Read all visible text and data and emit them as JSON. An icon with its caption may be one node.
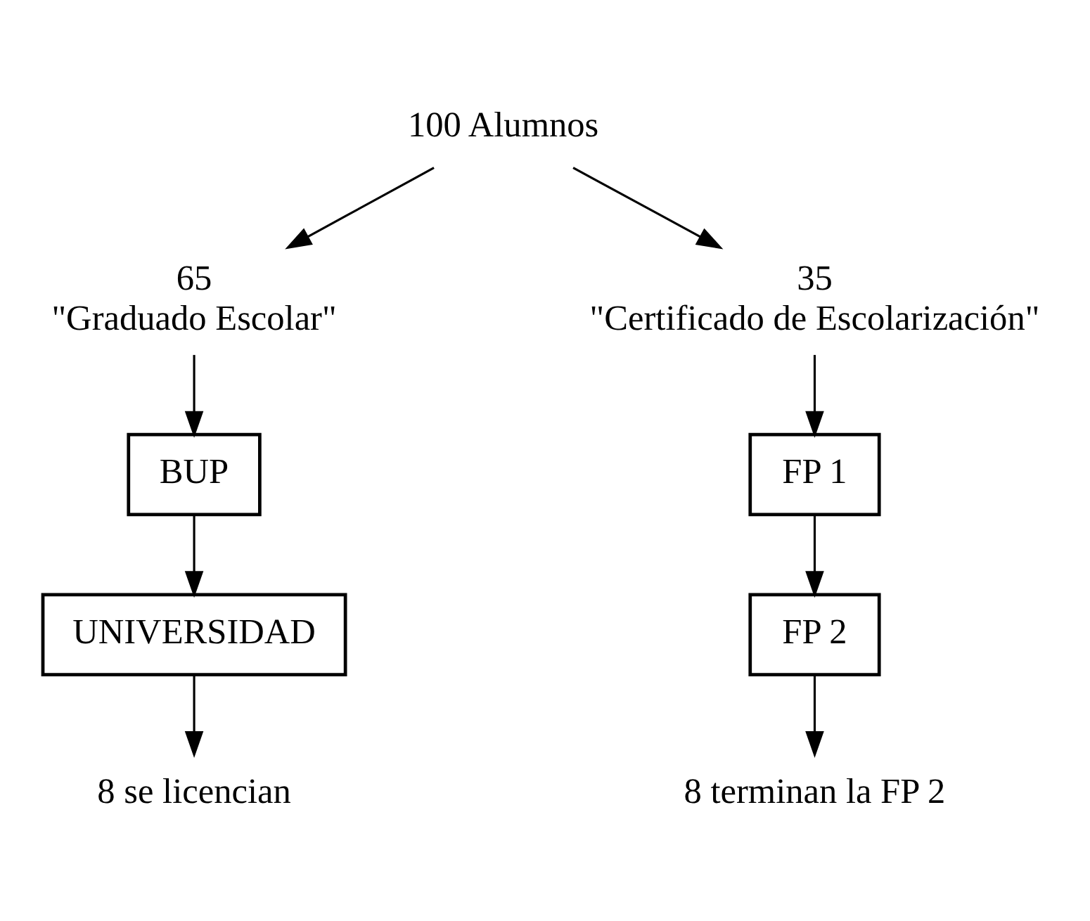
{
  "diagram": {
    "nodes": [
      {
        "text": [
          "100 Alumnos"
        ]
      },
      {
        "text": [
          "65",
          "\"Graduado Escolar\""
        ]
      },
      {
        "text": [
          "35",
          "\"Certificado de Escolarización\""
        ]
      },
      {
        "text": [
          "BUP"
        ]
      },
      {
        "text": [
          "UNIVERSIDAD"
        ]
      },
      {
        "text": [
          "8 se licencian"
        ]
      },
      {
        "text": [
          "FP 1"
        ]
      },
      {
        "text": [
          "FP 2"
        ]
      },
      {
        "text": [
          "8 terminan la FP 2"
        ]
      }
    ],
    "edges": [
      {
        "from": 0,
        "to": 1,
        "arrow": "to"
      },
      {
        "from": 0,
        "to": 2,
        "arrow": "to"
      },
      {
        "from": 1,
        "to": 3,
        "arrow": "to"
      },
      {
        "from": 3,
        "to": 4,
        "arrow": "to"
      },
      {
        "from": 4,
        "to": 5,
        "arrow": "to"
      },
      {
        "from": 2,
        "to": 6,
        "arrow": "to"
      },
      {
        "from": 6,
        "to": 7,
        "arrow": "to"
      },
      {
        "from": 7,
        "to": 8,
        "arrow": "to"
      }
    ]
  }
}
